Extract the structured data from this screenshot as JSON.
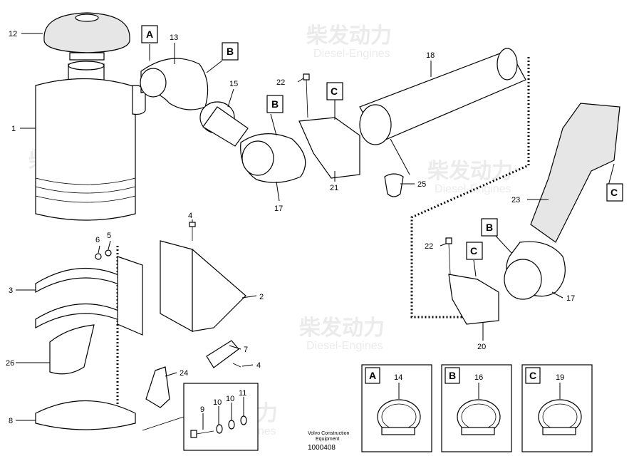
{
  "watermark": {
    "brand_cn": "柴发动力",
    "brand_en": "Diesel-Engines"
  },
  "footer": {
    "line1": "Volvo Construction",
    "line2": "Equipment",
    "id": "1000408"
  },
  "part_labels": {
    "p1": "1",
    "p2": "2",
    "p3": "3",
    "p4a": "4",
    "p4b": "4",
    "p5": "5",
    "p6": "6",
    "p7": "7",
    "p8": "8",
    "p9": "9",
    "p10a": "10",
    "p10b": "10",
    "p11": "11",
    "p12": "12",
    "p13": "13",
    "p14": "14",
    "p15": "15",
    "p16": "16",
    "p17a": "17",
    "p17b": "17",
    "p18": "18",
    "p19": "19",
    "p20": "20",
    "p21": "21",
    "p22a": "22",
    "p22b": "22",
    "p23": "23",
    "p24": "24",
    "p25": "25",
    "p26": "26"
  },
  "callouts": {
    "A": "A",
    "B1": "B",
    "B2": "B",
    "B3": "B",
    "C1": "C",
    "C2": "C",
    "C3": "C"
  },
  "detail_boxes": {
    "A": {
      "letter": "A",
      "part": "14"
    },
    "B": {
      "letter": "B",
      "part": "16"
    },
    "C": {
      "letter": "C",
      "part": "19"
    }
  }
}
